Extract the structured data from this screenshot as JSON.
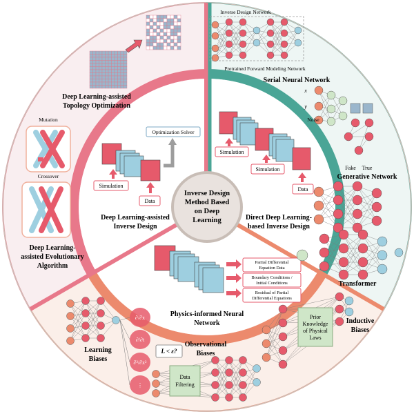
{
  "center": {
    "line1": "Inverse Design",
    "line2": "Method Based",
    "line3": "on Deep",
    "line4": "Learning"
  },
  "inner": {
    "dl_assisted": {
      "line1": "Deep Learning-assisted",
      "line2": "Inverse Design",
      "solver": "Optimization Solver",
      "simulation": "Simulation",
      "data": "Data"
    },
    "direct": {
      "line1": "Direct Deep Learning-",
      "line2": "based  Inverse Design",
      "simulation_a": "Simulation",
      "simulation_b": "Simulation",
      "data": "Data"
    },
    "pinn": {
      "line1": "Physics-informed Neural",
      "line2": "Network",
      "box1_l1": "Partial Differential",
      "box1_l2": "Equation Data",
      "box2_l1": "Boundary Conditions /",
      "box2_l2": "Initial Conditions",
      "box3_l1": "Residual of Partial",
      "box3_l2": "Differential Equations"
    }
  },
  "outer": {
    "topology": {
      "line1": "Deep Learning-assisted",
      "line2": "Topology Optimization"
    },
    "evolutionary": {
      "mutation": "Mutation",
      "crossover": "Crossover",
      "line1": "Deep Learning-",
      "line2": "assisted Evolutionary",
      "line3": "Algorithm"
    },
    "serial": {
      "title": "Serial Neural Network",
      "inverse_net": "Inverse Design Network",
      "forward_net": "Pretrained Forward Modeling Network"
    },
    "generative": {
      "title": "Generative Network",
      "noise": "Noise",
      "fake": "Fake",
      "true": "True",
      "x": "x",
      "y": "y"
    },
    "transformer": {
      "title": "Transformer"
    },
    "learning_biases": {
      "line1": "Learning",
      "line2": "Biases"
    },
    "observational": {
      "line1": "Observational",
      "line2": "Biases",
      "filter1": "Data",
      "filter2": "Filtering",
      "condition": "L < ε?"
    },
    "inductive": {
      "line1": "Inductive",
      "line2": "Biases",
      "prior1": "Prior",
      "prior2": "Knowledge",
      "prior3": "of Physical",
      "prior4": "Laws"
    }
  },
  "colors": {
    "pink": "#e8788a",
    "teal": "#4aa596",
    "orange": "#ec8a6d",
    "blue": "#9ecfe0",
    "red": "#e65a6b",
    "green": "#cfe6c8"
  }
}
